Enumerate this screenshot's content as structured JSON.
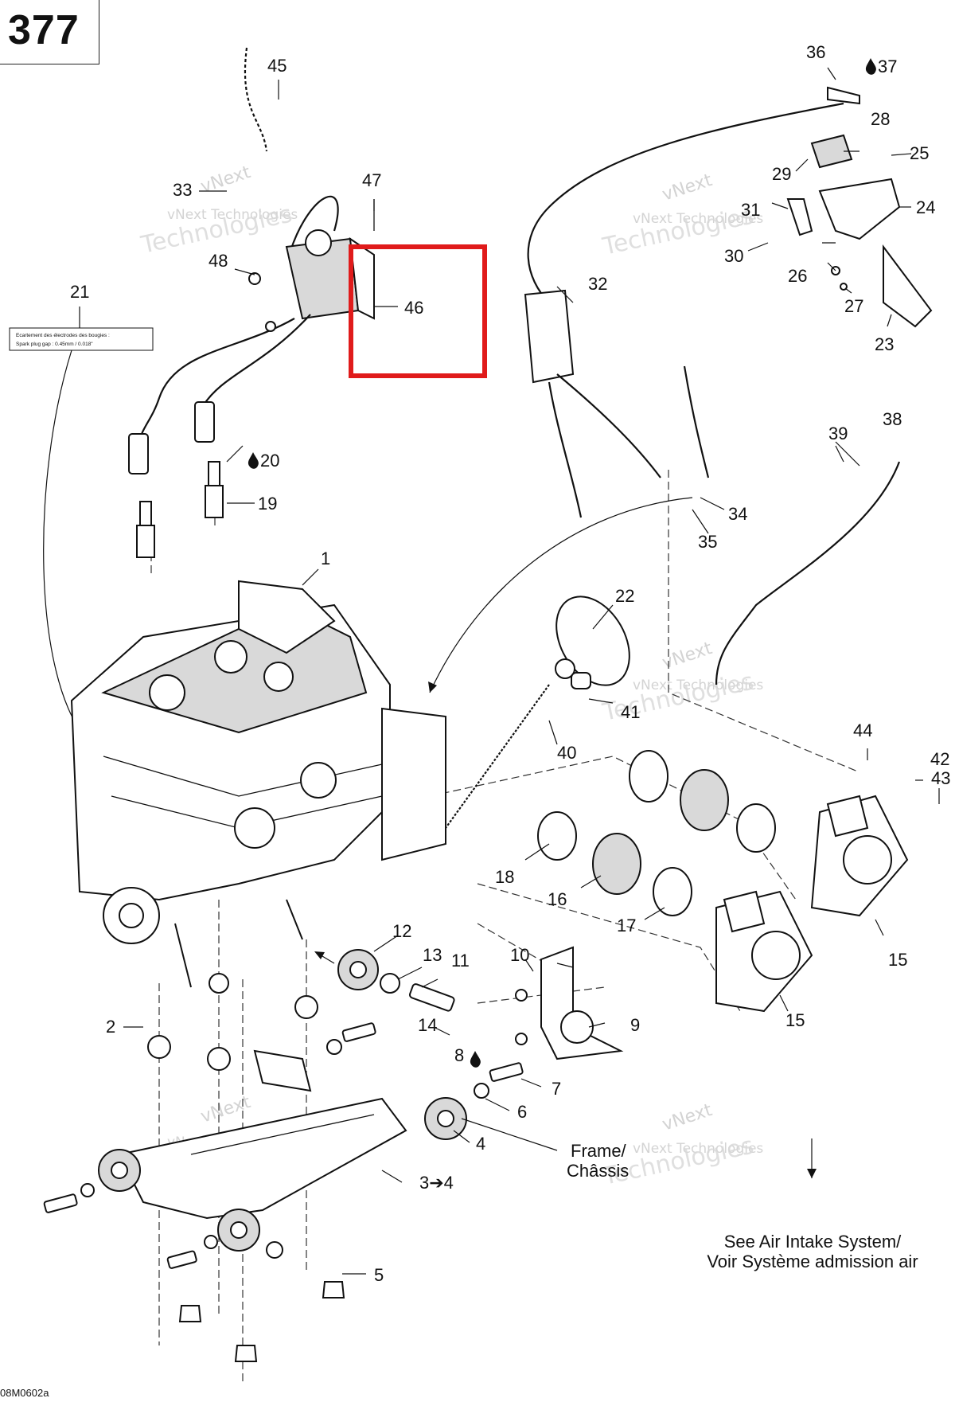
{
  "page_number": "377",
  "drawing_code": "08M0602a",
  "highlight_color": "#e01b1b",
  "watermark_lines": [
    "vNext",
    "vNext Technologies",
    "Technologies"
  ],
  "spark_plug_label": {
    "line1": "Ecartement des électrodes des bougies :",
    "line2": "Spark plug gap : 0.45mm / 0.018\""
  },
  "references": {
    "frame_line1": "Frame/",
    "frame_line2": "Châssis",
    "air_intake_line1": "See Air Intake System/",
    "air_intake_line2": "Voir Système admission air"
  },
  "callouts": {
    "c1": "1",
    "c2": "2",
    "c3": "3➔4",
    "c4": "4",
    "c5": "5",
    "c6": "6",
    "c7": "7",
    "c8": "8",
    "c9": "9",
    "c10": "10",
    "c11": "11",
    "c12": "12",
    "c13": "13",
    "c14": "14",
    "c15a": "15",
    "c15b": "15",
    "c16": "16",
    "c17": "17",
    "c18": "18",
    "c19": "19",
    "c20": "20",
    "c21": "21",
    "c22": "22",
    "c23": "23",
    "c24": "24",
    "c25": "25",
    "c26": "26",
    "c27": "27",
    "c28": "28",
    "c29": "29",
    "c30": "30",
    "c31": "31",
    "c32": "32",
    "c33": "33",
    "c34": "34",
    "c35": "35",
    "c36": "36",
    "c37": "37",
    "c38": "38",
    "c39": "39",
    "c40": "40",
    "c41": "41",
    "c42": "42",
    "c43": "43",
    "c44": "44",
    "c45": "45",
    "c46": "46",
    "c47": "47",
    "c48": "48"
  }
}
